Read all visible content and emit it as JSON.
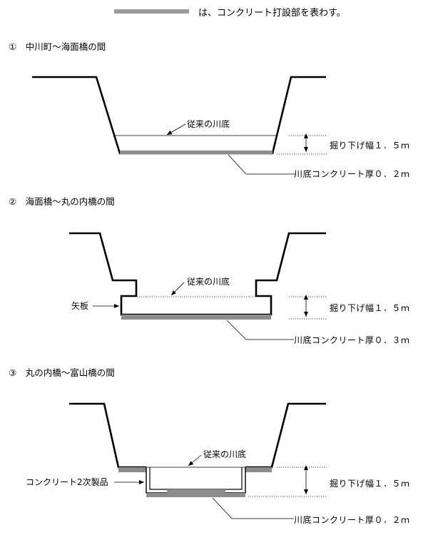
{
  "legend": {
    "text": "は、コンクリート打設部を表わす。",
    "color": "#9b9b9b"
  },
  "sections": [
    {
      "title": "①　中川町～海面橋の間",
      "old_bed_label": "従来の川底",
      "excavation_label": "掘り下げ幅１．５ｍ",
      "concrete_label": "川底コンクリート厚０．２ｍ"
    },
    {
      "title": "②　海面橋～丸の内橋の間",
      "old_bed_label": "従来の川底",
      "sheet_pile_label": "矢板",
      "excavation_label": "掘り下げ幅１．５ｍ",
      "concrete_label": "川底コンクリート厚０．３ｍ"
    },
    {
      "title": "③　丸の内橋～富山橋の間",
      "old_bed_label": "従来の川底",
      "precast_label": "コンクリート2次製品",
      "excavation_label": "掘り下げ幅１．５ｍ",
      "concrete_label": "川底コンクリート厚０．２ｍ"
    }
  ]
}
